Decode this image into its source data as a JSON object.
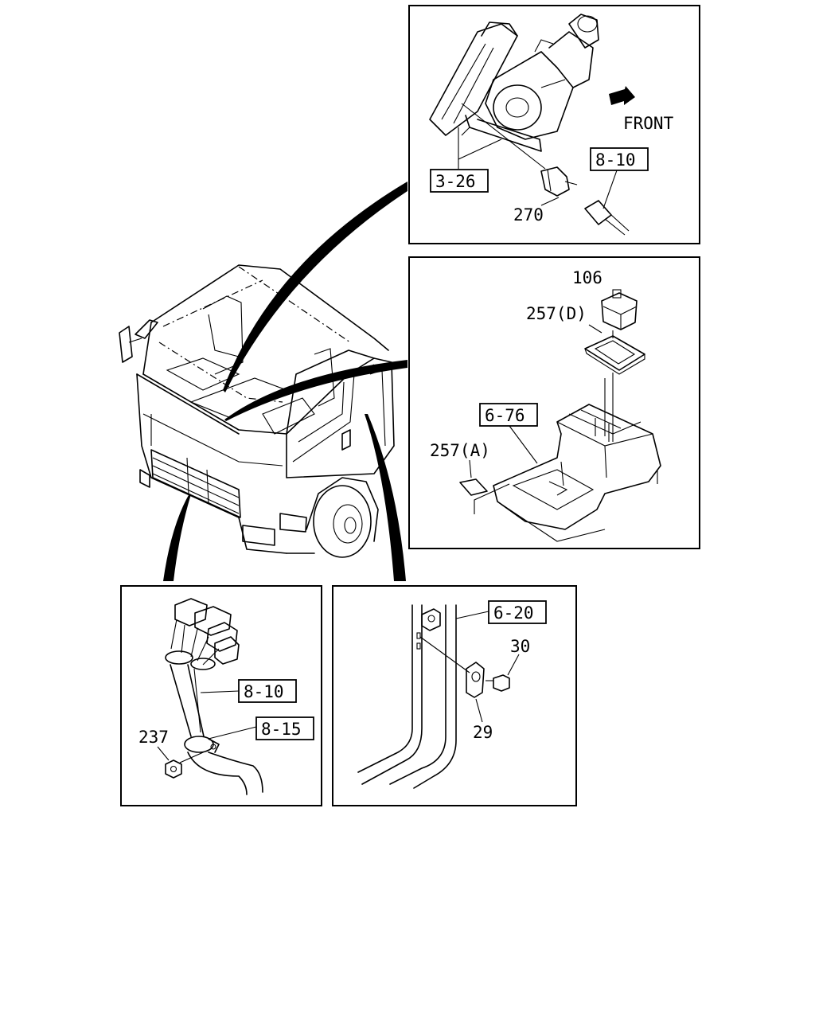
{
  "labels": {
    "front": "FRONT",
    "ref_3_26": "3-26",
    "ref_8_10_top": "8-10",
    "part_270": "270",
    "part_106": "106",
    "part_257d": "257(D)",
    "ref_6_76": "6-76",
    "part_257a": "257(A)",
    "ref_8_10_bottom": "8-10",
    "ref_8_15": "8-15",
    "part_237": "237",
    "ref_6_20": "6-20",
    "part_30": "30",
    "part_29": "29"
  }
}
